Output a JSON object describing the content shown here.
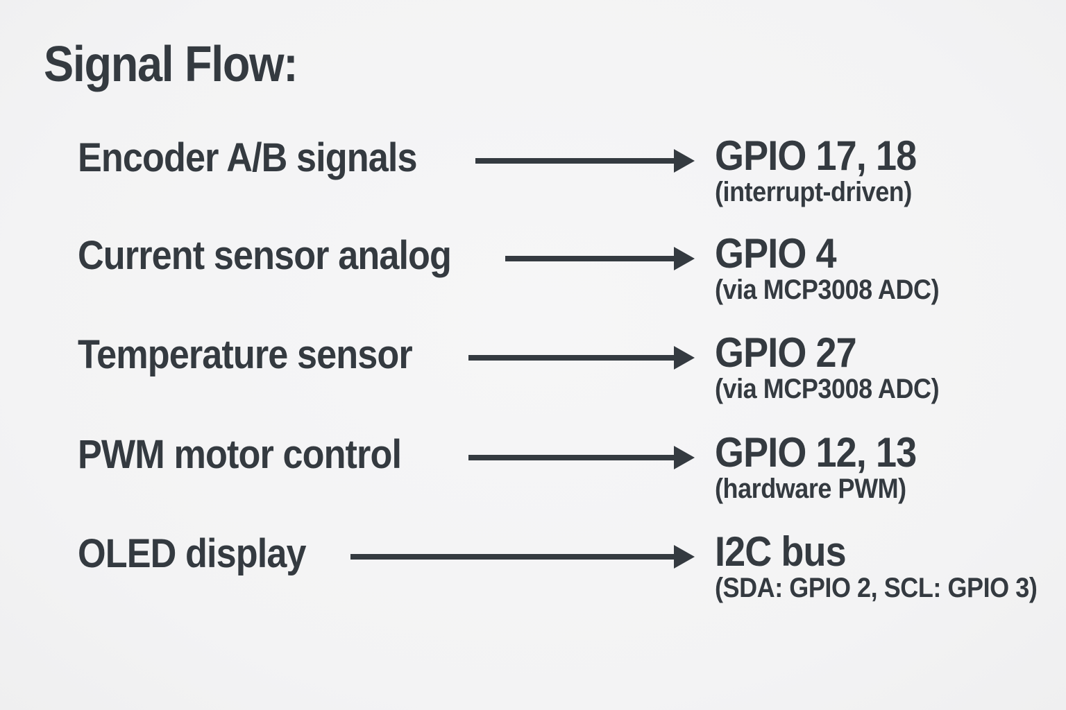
{
  "page": {
    "title": "Signal Flow:"
  },
  "colors": {
    "background": "#f4f4f5",
    "ink": "#343a40"
  },
  "rows": [
    {
      "label": "Encoder A/B signals",
      "target": "GPIO 17, 18",
      "detail": "(interrupt-driven)"
    },
    {
      "label": "Current sensor analog",
      "target": "GPIO 4",
      "detail": "(via MCP3008 ADC)"
    },
    {
      "label": "Temperature sensor",
      "target": "GPIO 27",
      "detail": "(via MCP3008 ADC)"
    },
    {
      "label": "PWM motor control",
      "target": "GPIO 12, 13",
      "detail": "(hardware PWM)"
    },
    {
      "label": "OLED display",
      "target": "I2C bus",
      "detail": "(SDA: GPIO 2, SCL: GPIO 3)"
    }
  ]
}
